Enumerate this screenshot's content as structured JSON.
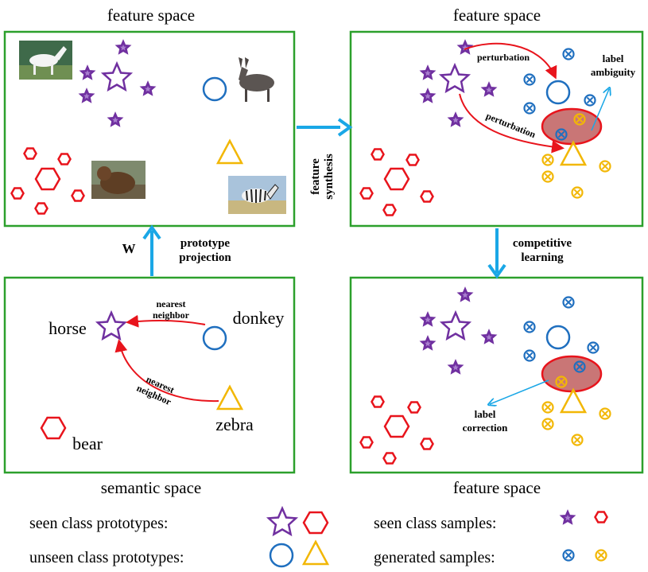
{
  "titles": {
    "top_left": "feature space",
    "top_right": "feature space",
    "bottom_left": "semantic space",
    "bottom_right": "feature space"
  },
  "arrows": {
    "feature_synthesis_line1": "feature",
    "feature_synthesis_line2": "synthesis",
    "projection_line1": "prototype",
    "projection_line2": "projection",
    "projection_symbol": "W",
    "competitive_line1": "competitive",
    "competitive_line2": "learning"
  },
  "annotations": {
    "perturbation_top": "perturbation",
    "perturbation_bottom": "perturbation",
    "label_ambiguity_line1": "label",
    "label_ambiguity_line2": "ambiguity",
    "label_correction_line1": "label",
    "label_correction_line2": "correction",
    "nearest_neighbor_1_line1": "nearest",
    "nearest_neighbor_1_line2": "neighbor",
    "nearest_neighbor_2_line1": "nearest",
    "nearest_neighbor_2_line2": "neighbor"
  },
  "classes": {
    "horse": "horse",
    "donkey": "donkey",
    "zebra": "zebra",
    "bear": "bear"
  },
  "legend": {
    "seen_prototypes": "seen class prototypes:",
    "unseen_prototypes": "unseen class prototypes:",
    "seen_samples": "seen class samples:",
    "generated_samples": "generated samples:"
  },
  "colors": {
    "panel_border": "#2ca02c",
    "arrow": "#1aa7e6",
    "star": "#7030a0",
    "hexagon": "#e8141c",
    "circle": "#1f6fbf",
    "triangle": "#f2b705",
    "overlap_fill": "#c97676",
    "relation_arrow": "#e8141c"
  },
  "icons": [
    "horse-photo",
    "donkey-photo",
    "bear-photo",
    "zebra-photo"
  ]
}
